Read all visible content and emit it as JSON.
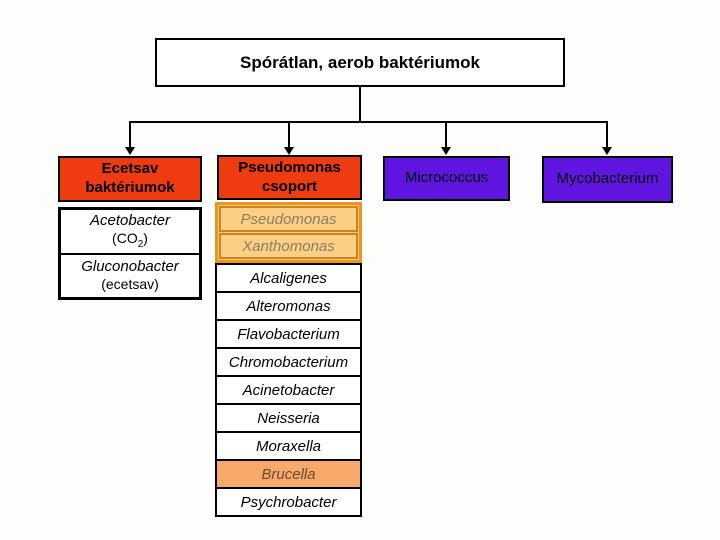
{
  "title": {
    "label": "Spórátlan, aerob baktériumok"
  },
  "colors": {
    "branch_red": "#ee3b10",
    "branch_purple": "#6014e0",
    "highlight_fill": "#fbc97e",
    "highlight_border": "#e8961e",
    "brucella_fill": "#f7a96b"
  },
  "branches": [
    {
      "label": "Ecetsav baktériumok"
    },
    {
      "label": "Pseudomonas csoport"
    },
    {
      "label": "Micrococcus"
    },
    {
      "label": "Mycobacterium"
    }
  ],
  "acetic_group": {
    "items": [
      {
        "genus": "Acetobacter",
        "note_pre": "(CO",
        "note_sub": "2",
        "note_post": ")"
      },
      {
        "genus": "Gluconobacter",
        "note": "(ecetsav)"
      }
    ]
  },
  "pseudomonas_list": {
    "items": [
      {
        "label": "Pseudomonas"
      },
      {
        "label": "Xanthomonas"
      },
      {
        "label": "Alcaligenes"
      },
      {
        "label": "Alteromonas"
      },
      {
        "label": "Flavobacterium"
      },
      {
        "label": "Chromobacterium"
      },
      {
        "label": "Acinetobacter"
      },
      {
        "label": "Neisseria"
      },
      {
        "label": "Moraxella"
      },
      {
        "label": "Brucella"
      },
      {
        "label": "Psychrobacter"
      }
    ]
  }
}
